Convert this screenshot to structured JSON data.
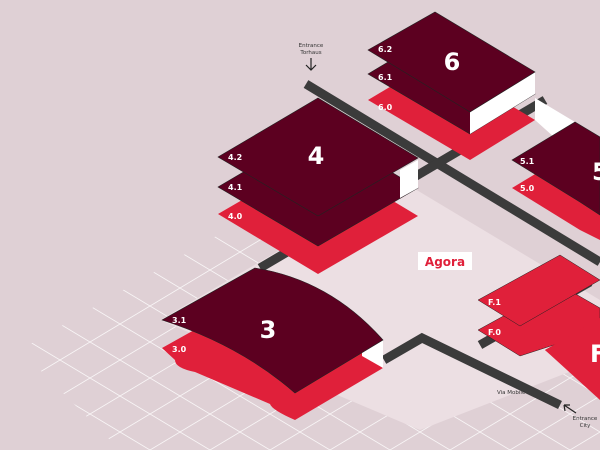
{
  "colors": {
    "background": "#dfd0d5",
    "building": "#5c0020",
    "ground_floor": "#e0203a",
    "path": "#3b3b3b",
    "grid": "#ffffff"
  },
  "buildings": [
    {
      "name": "6",
      "levels": [
        "6.2",
        "6.1",
        "6.0"
      ]
    },
    {
      "name": "4",
      "levels": [
        "4.2",
        "4.1",
        "4.0"
      ]
    },
    {
      "name": "3",
      "levels": [
        "3.1",
        "3.0"
      ]
    },
    {
      "name": "5",
      "levels": [
        "5.1",
        "5.0"
      ]
    },
    {
      "name": "F",
      "levels": [
        "F.1",
        "F.0"
      ]
    }
  ],
  "plaza": {
    "label": "Agora"
  },
  "entrances": [
    {
      "label_line1": "Entrance",
      "label_line2": "Torhaus"
    },
    {
      "label_line1": "Entrance",
      "label_line2": "City"
    }
  ],
  "street": {
    "label": "Via Mobile"
  }
}
